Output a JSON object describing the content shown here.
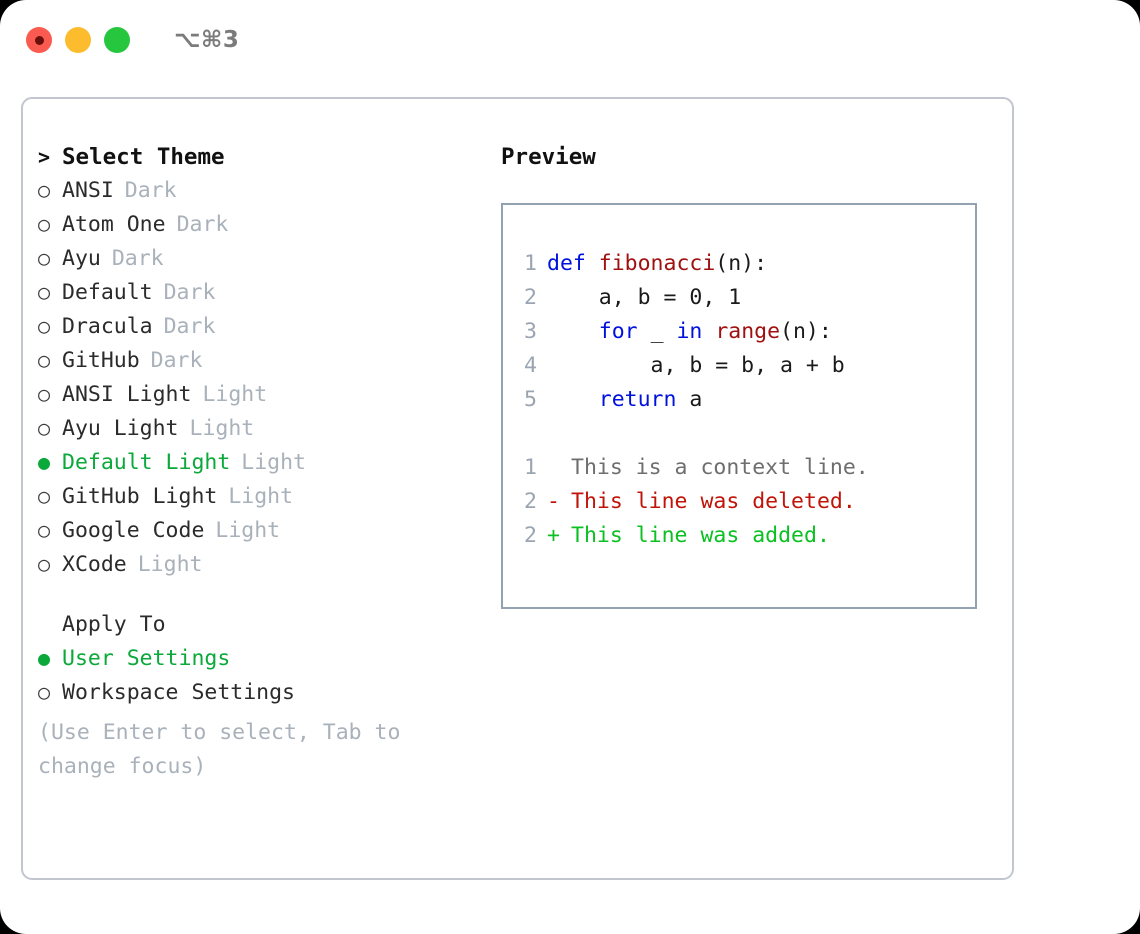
{
  "window": {
    "shortcut": "⌥⌘3",
    "traffic_lights": [
      {
        "name": "close-button",
        "color": "#fb5a50"
      },
      {
        "name": "minimize-button",
        "color": "#fdbc2d"
      },
      {
        "name": "maximize-button",
        "color": "#27c63f"
      }
    ]
  },
  "chooser": {
    "header": {
      "prefix": ">",
      "title": "Select Theme"
    },
    "themes": [
      {
        "bullet": "○",
        "name": "ANSI",
        "variant": "Dark",
        "selected": false
      },
      {
        "bullet": "○",
        "name": "Atom One",
        "variant": "Dark",
        "selected": false
      },
      {
        "bullet": "○",
        "name": "Ayu",
        "variant": "Dark",
        "selected": false
      },
      {
        "bullet": "○",
        "name": "Default",
        "variant": "Dark",
        "selected": false
      },
      {
        "bullet": "○",
        "name": "Dracula",
        "variant": "Dark",
        "selected": false
      },
      {
        "bullet": "○",
        "name": "GitHub",
        "variant": "Dark",
        "selected": false
      },
      {
        "bullet": "○",
        "name": "ANSI Light",
        "variant": "Light",
        "selected": false
      },
      {
        "bullet": "○",
        "name": "Ayu Light",
        "variant": "Light",
        "selected": false
      },
      {
        "bullet": "●",
        "name": "Default Light",
        "variant": "Light",
        "selected": true
      },
      {
        "bullet": "○",
        "name": "GitHub Light",
        "variant": "Light",
        "selected": false
      },
      {
        "bullet": "○",
        "name": "Google Code",
        "variant": "Light",
        "selected": false
      },
      {
        "bullet": "○",
        "name": "XCode",
        "variant": "Light",
        "selected": false
      }
    ],
    "apply_to": {
      "title": "Apply To",
      "options": [
        {
          "bullet": "●",
          "label": "User Settings",
          "selected": true
        },
        {
          "bullet": "○",
          "label": "Workspace Settings",
          "selected": false
        }
      ]
    },
    "hint": "(Use Enter to select, Tab to change focus)"
  },
  "preview": {
    "title": "Preview",
    "code_lines": [
      {
        "num": "1",
        "tokens": [
          {
            "t": "def ",
            "c": "kw"
          },
          {
            "t": "fibonacci",
            "c": "fn"
          },
          {
            "t": "(n):",
            "c": "ctext"
          }
        ]
      },
      {
        "num": "2",
        "tokens": [
          {
            "t": "    a, b = 0, 1",
            "c": "ctext"
          }
        ]
      },
      {
        "num": "3",
        "tokens": [
          {
            "t": "    ",
            "c": "ctext"
          },
          {
            "t": "for",
            "c": "kw"
          },
          {
            "t": " _ ",
            "c": "ctext"
          },
          {
            "t": "in ",
            "c": "kw"
          },
          {
            "t": "range",
            "c": "fn"
          },
          {
            "t": "(n):",
            "c": "ctext"
          }
        ]
      },
      {
        "num": "4",
        "tokens": [
          {
            "t": "        a, b = b, a + b",
            "c": "ctext"
          }
        ]
      },
      {
        "num": "5",
        "tokens": [
          {
            "t": "    ",
            "c": "ctext"
          },
          {
            "t": "return",
            "c": "kw"
          },
          {
            "t": " a",
            "c": "ctext"
          }
        ]
      }
    ],
    "diff_lines": [
      {
        "num": "1",
        "marker": " ",
        "text": "This is a context line.",
        "kind": "diff-ctx"
      },
      {
        "num": "2",
        "marker": "-",
        "text": "This line was deleted.",
        "kind": "diff-del"
      },
      {
        "num": "2",
        "marker": "+",
        "text": "This line was added.",
        "kind": "diff-add"
      }
    ]
  }
}
